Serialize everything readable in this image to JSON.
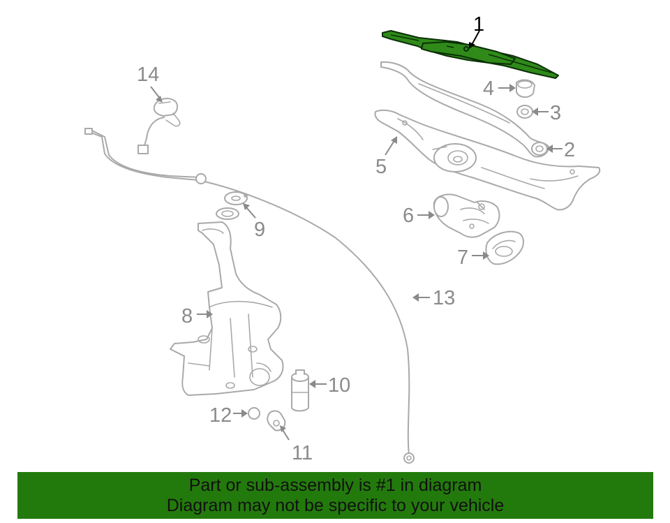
{
  "diagram": {
    "callouts": [
      "1",
      "2",
      "3",
      "4",
      "5",
      "6",
      "7",
      "8",
      "9",
      "10",
      "11",
      "12",
      "13",
      "14"
    ],
    "highlight_color": "#2f8a1a",
    "part_color": "#a9a9a9"
  },
  "banner": {
    "line1": "Part or sub-assembly is #1 in diagram",
    "line2": "Diagram may not be specific to your vehicle",
    "color": "#237a0c"
  }
}
